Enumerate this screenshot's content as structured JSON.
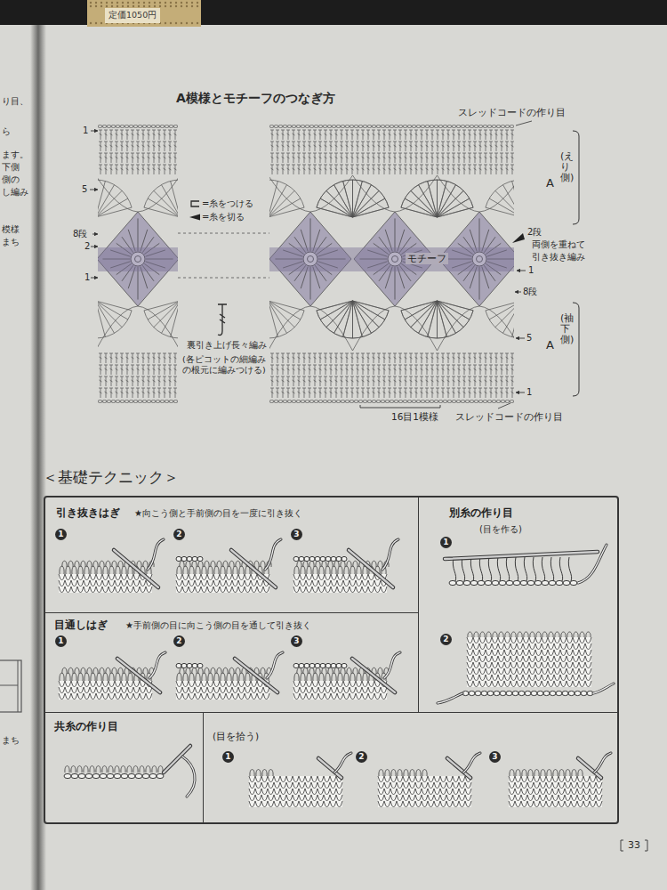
{
  "diagram": {
    "title": "A模様とモチーフのつなぎ方",
    "nodes": [
      {
        "text": [
          "定価1050円"
        ]
      },
      {
        "text": [
          "モチーフ"
        ]
      },
      {
        "text": [
          "引き抜きはぎ",
          "★向こう側と手前側の目を一度に引き抜く"
        ]
      },
      {
        "text": [
          "別糸の作り目",
          "(目を作る)"
        ]
      },
      {
        "text": [
          "目通しはぎ",
          "★手前側の目に向こう側の目を通して引き抜く"
        ]
      },
      {
        "text": [
          "共糸の作り目"
        ]
      },
      {
        "text": [
          "(目を拾う)"
        ]
      }
    ],
    "labels": [
      "スレッドコードの作り目",
      "1",
      "5",
      "8段",
      "2",
      "1",
      "2段",
      "両側を重ねて",
      "引き抜き編み",
      "1",
      "8段",
      "5",
      "1",
      "A",
      "(えり側)",
      "A",
      "(袖下側)",
      "(各ピコットの細編み の根元に編みつける)",
      "16目1模様",
      "スレッドコードの作り目",
      "＜基礎テクニック＞",
      "1",
      "2",
      "3",
      "1",
      "2",
      "1",
      "2",
      "3",
      "1",
      "2",
      "3",
      "33",
      "り目、",
      "ら",
      "ます。",
      "下側",
      "側の",
      "し編み",
      "模様",
      "まち",
      "まち"
    ],
    "legend": [
      {
        "text": "=糸をつける"
      },
      {
        "text": "=糸を切る"
      },
      {
        "text": "裏引き上げ長々編み"
      }
    ]
  }
}
